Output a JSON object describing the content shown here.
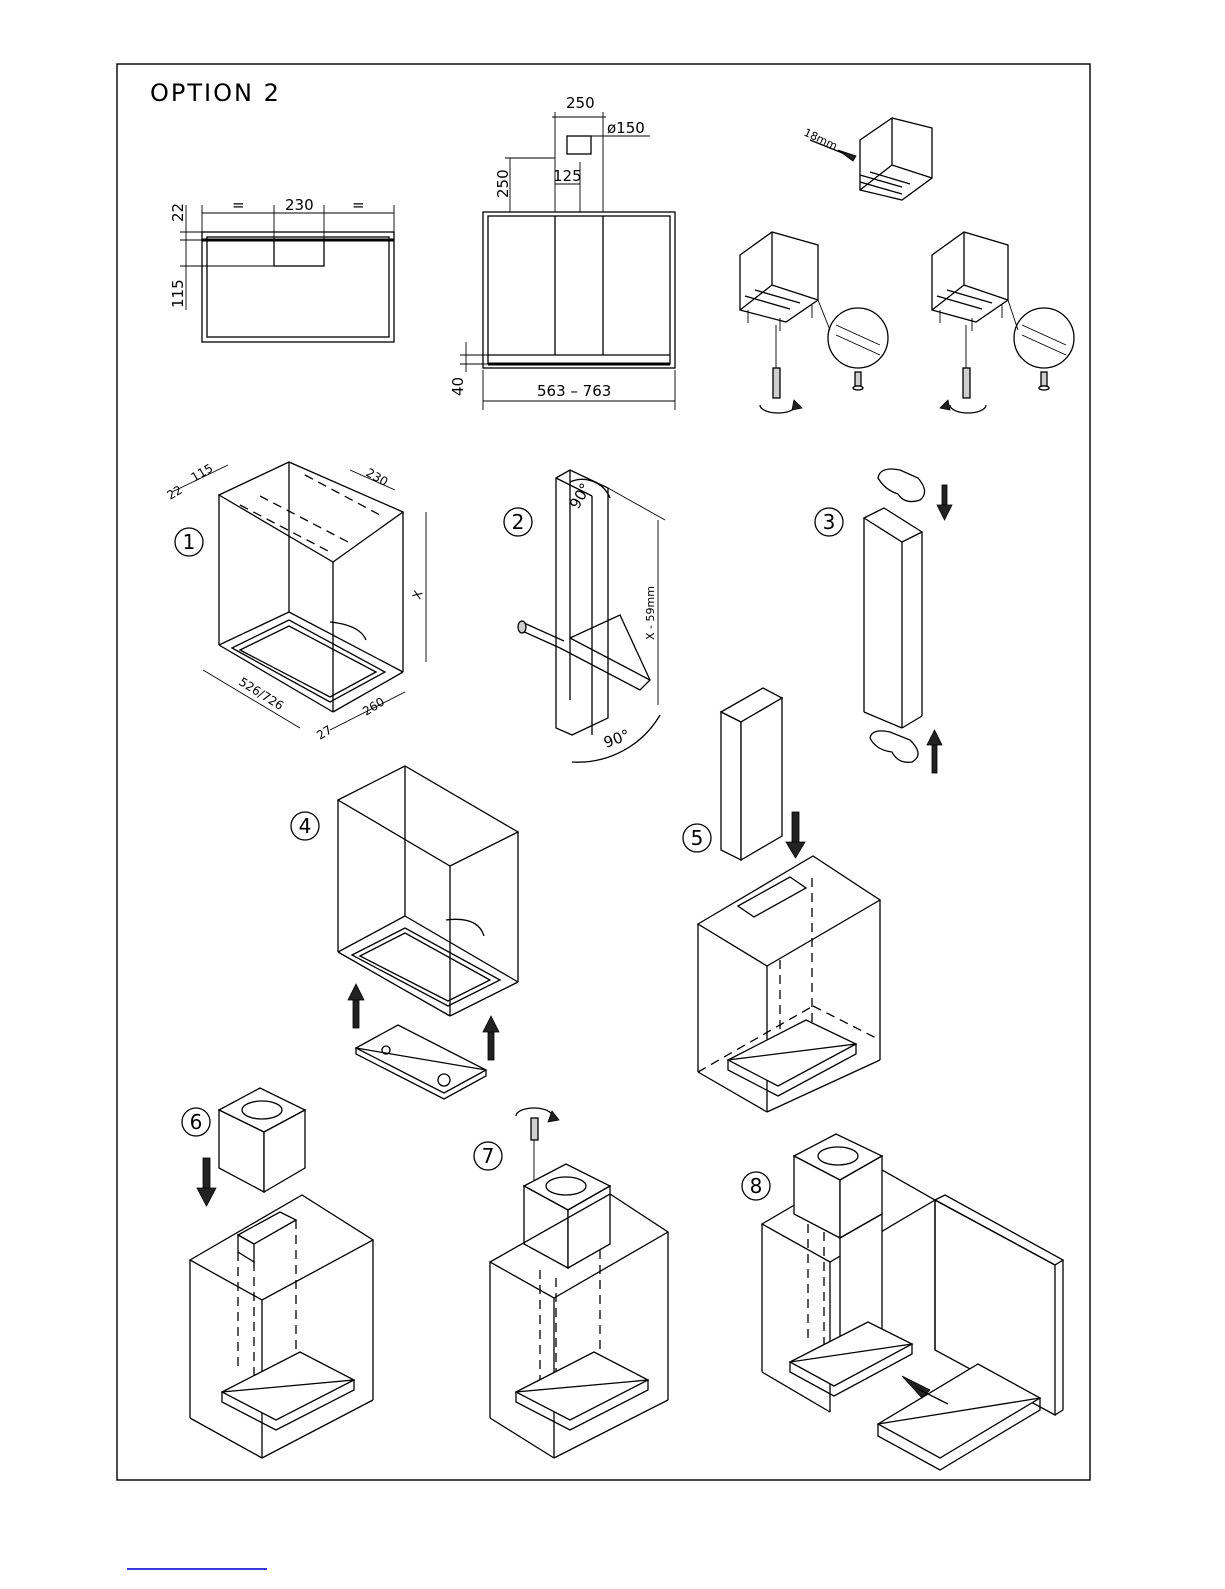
{
  "title": "OPTION 2",
  "top_dims": {
    "d22": "22",
    "d230": "230",
    "eq": "=",
    "d115": "115",
    "d250w": "250",
    "d150": "ø150",
    "d250h": "250",
    "d125": "125",
    "d40": "40",
    "d563": "563 – 763",
    "d18mm": "18mm"
  },
  "step_numbers": [
    "1",
    "2",
    "3",
    "4",
    "5",
    "6",
    "7",
    "8"
  ],
  "step1_dims": {
    "d22": "22",
    "d115": "115",
    "d230": "230",
    "dx": "X",
    "d526": "526/726",
    "d260": "260",
    "d27": "27"
  },
  "step2_dims": {
    "deg_top": "90°",
    "deg_bottom": "90°",
    "dx": "X - 59mm"
  },
  "colors": {
    "line": "#000000",
    "fill_grey": "#cfcfcf",
    "link_underline": "#3a3ad8"
  }
}
